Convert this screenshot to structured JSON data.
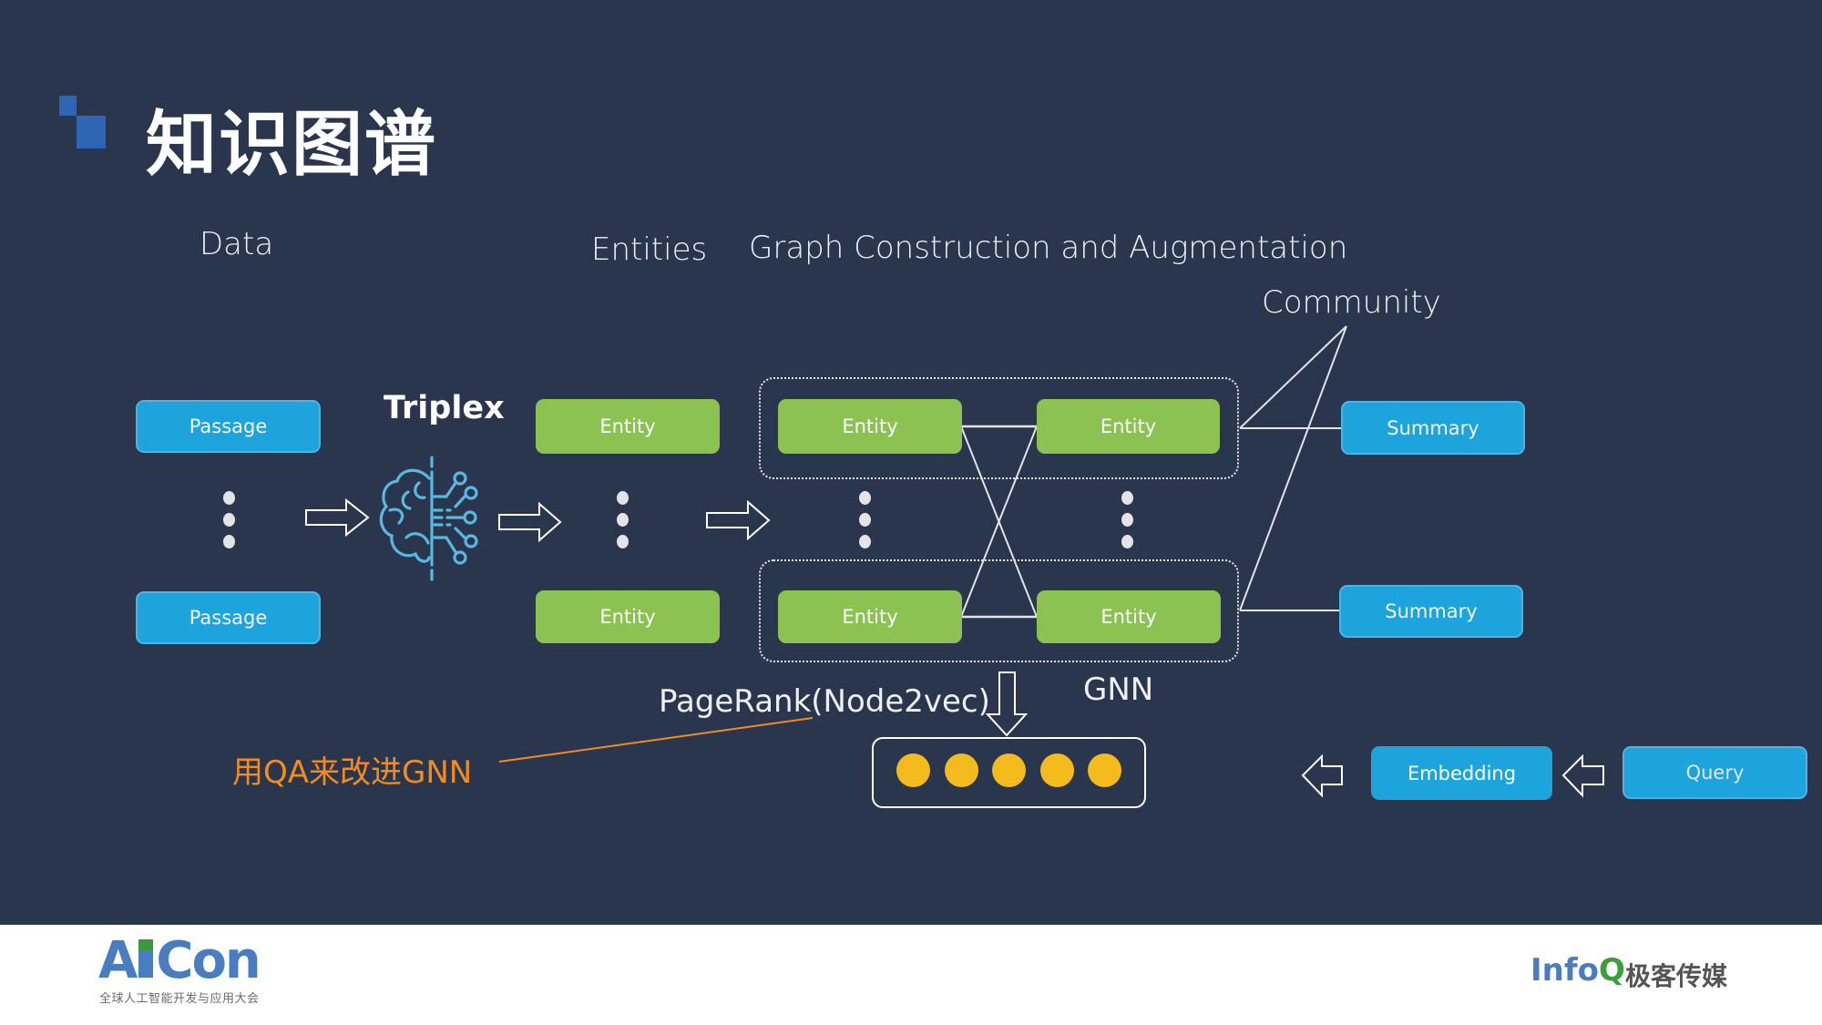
{
  "slide": {
    "title": "知识图谱",
    "accent_color": "#2e66b4",
    "background_color": "#29364d"
  },
  "headers": {
    "data": "Data",
    "entities": "Entities",
    "graph": "Graph Construction and Augmentation",
    "community": "Community",
    "triplex": "Triplex",
    "pagerank": "PageRank(Node2vec)",
    "gnn": "GNN"
  },
  "annotation": {
    "text": "用QA来改进GNN",
    "color": "#f28c1e"
  },
  "passages": [
    "Passage",
    "Passage"
  ],
  "entities_column": [
    "Entity",
    "Entity"
  ],
  "graph": {
    "communities": [
      {
        "entities": [
          "Entity",
          "Entity"
        ]
      },
      {
        "entities": [
          "Entity",
          "Entity"
        ]
      }
    ]
  },
  "summaries": [
    "Summary",
    "Summary"
  ],
  "embedding_vector": {
    "count": 5,
    "color": "#f4bb1d"
  },
  "query_flow": {
    "embedding": "Embedding",
    "query": "Query"
  },
  "icons": {
    "brain": "ai-brain-circuit-icon",
    "arrow": "hollow-arrow-icon",
    "ellipsis": "vertical-ellipsis-icon"
  },
  "footer": {
    "logo_left_main": "AiCon",
    "logo_left_main_a": "A",
    "logo_left_main_rest": "Con",
    "logo_left_sub": "全球人工智能开发与应用大会",
    "logo_right_info": "Info",
    "logo_right_q": "Q",
    "logo_right_cn": "极客传媒"
  }
}
